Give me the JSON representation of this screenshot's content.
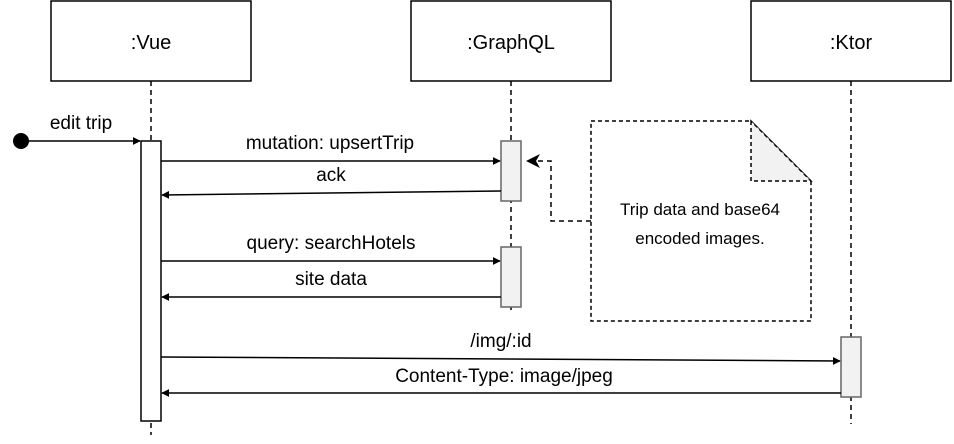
{
  "participants": {
    "vue": ":Vue",
    "graphql": ":GraphQL",
    "ktor": ":Ktor"
  },
  "messages": {
    "edit_trip": "edit trip",
    "mutation": "mutation: upsertTrip",
    "ack": "ack",
    "query": "query: searchHotels",
    "site_data": "site data",
    "img": "/img/:id",
    "content_type": "Content-Type: image/jpeg"
  },
  "note": {
    "line1": "Trip data and base64",
    "line2": "encoded images."
  }
}
